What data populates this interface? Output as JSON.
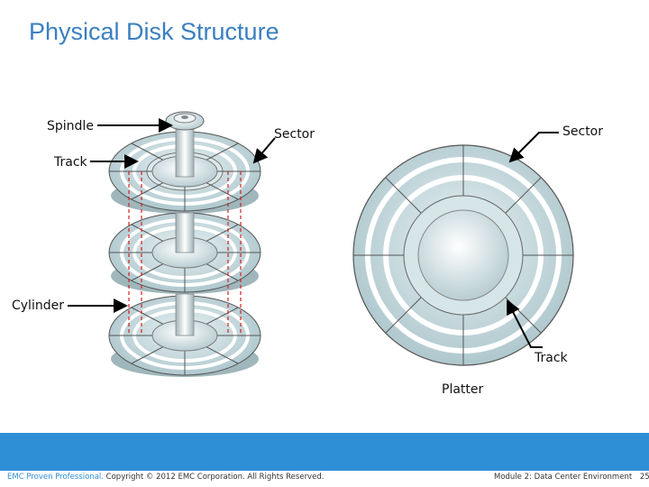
{
  "slide": {
    "title": "Physical Disk Structure"
  },
  "labels": {
    "spindle": "Spindle",
    "track_left": "Track",
    "sector_left": "Sector",
    "cylinder": "Cylinder",
    "sector_right": "Sector",
    "track_right": "Track",
    "platter": "Platter"
  },
  "footer": {
    "brand": "EMC Proven Professional.",
    "copyright": "Copyright © 2012 EMC Corporation. All Rights Reserved.",
    "module": "Module 2: Data Center Environment",
    "page": "25"
  },
  "colors": {
    "title": "#3a7fc1",
    "footer_bar": "#2f8fd6",
    "cylinder_line": "#d42020",
    "platter_fill": "#cde0e4"
  }
}
